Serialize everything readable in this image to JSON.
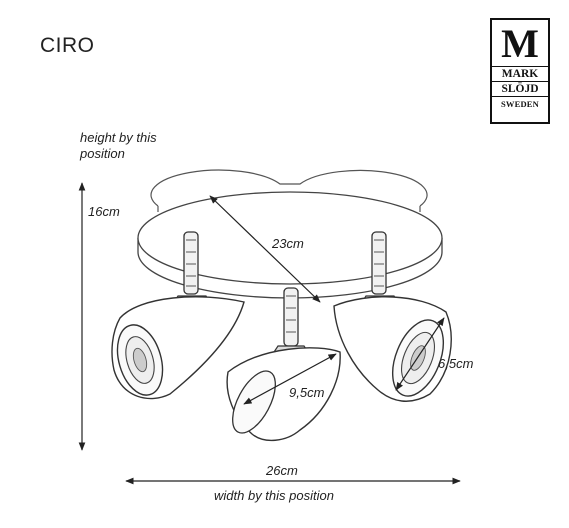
{
  "product_name": "CIRO",
  "notes": {
    "height_line1": "height by this",
    "height_line2": "position",
    "width": "width by this position"
  },
  "dimensions": {
    "height": "16cm",
    "base_diameter": "23cm",
    "shade_length": "9,5cm",
    "shade_diameter": "6,5cm",
    "width": "26cm"
  },
  "logo": {
    "monogram": "M",
    "line1": "MARK",
    "line2": "SLÖJD",
    "line3": "SWEDEN"
  }
}
